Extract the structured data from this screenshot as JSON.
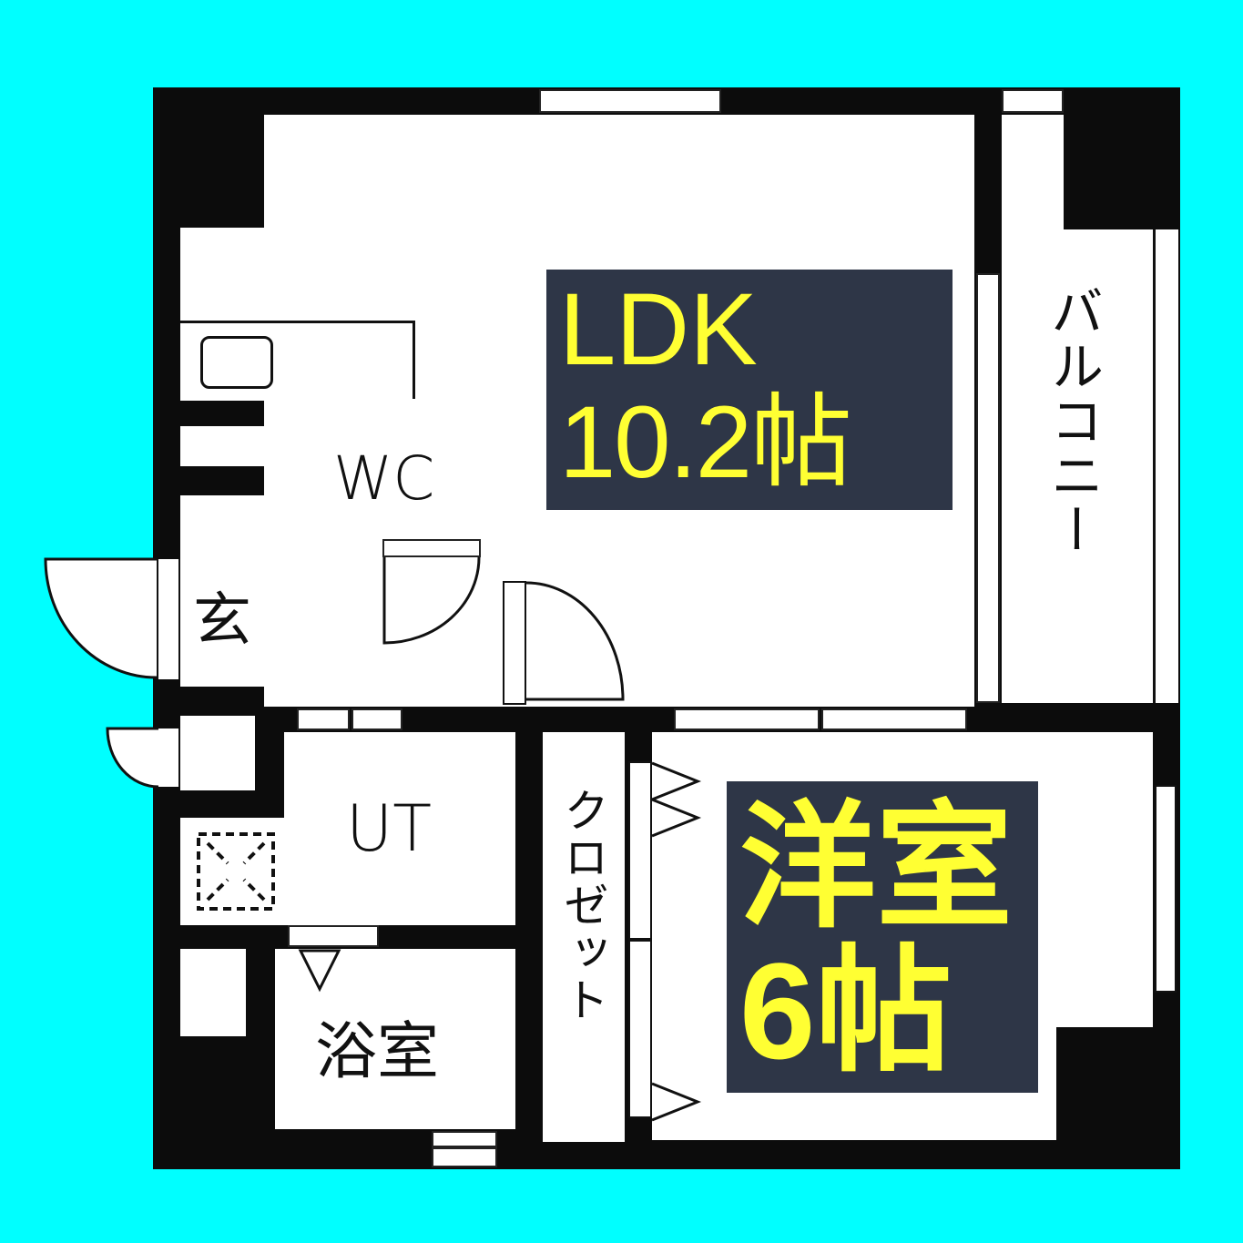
{
  "floorplan": {
    "background_color": "#00FFFF",
    "wall_color": "#0c0c0c",
    "label_bg_color": "#2e3647",
    "label_text_color": "#ffff33",
    "rooms": {
      "ldk": {
        "name": "LDK",
        "size": "10.2帖"
      },
      "western": {
        "name": "洋室",
        "size": "6帖"
      },
      "balcony": {
        "name": "バルコニー"
      },
      "wc": {
        "name": "WC"
      },
      "entrance": {
        "name": "玄"
      },
      "utility": {
        "name": "UT"
      },
      "bath": {
        "name": "浴室"
      },
      "closet": {
        "name": "クロゼット"
      }
    }
  }
}
